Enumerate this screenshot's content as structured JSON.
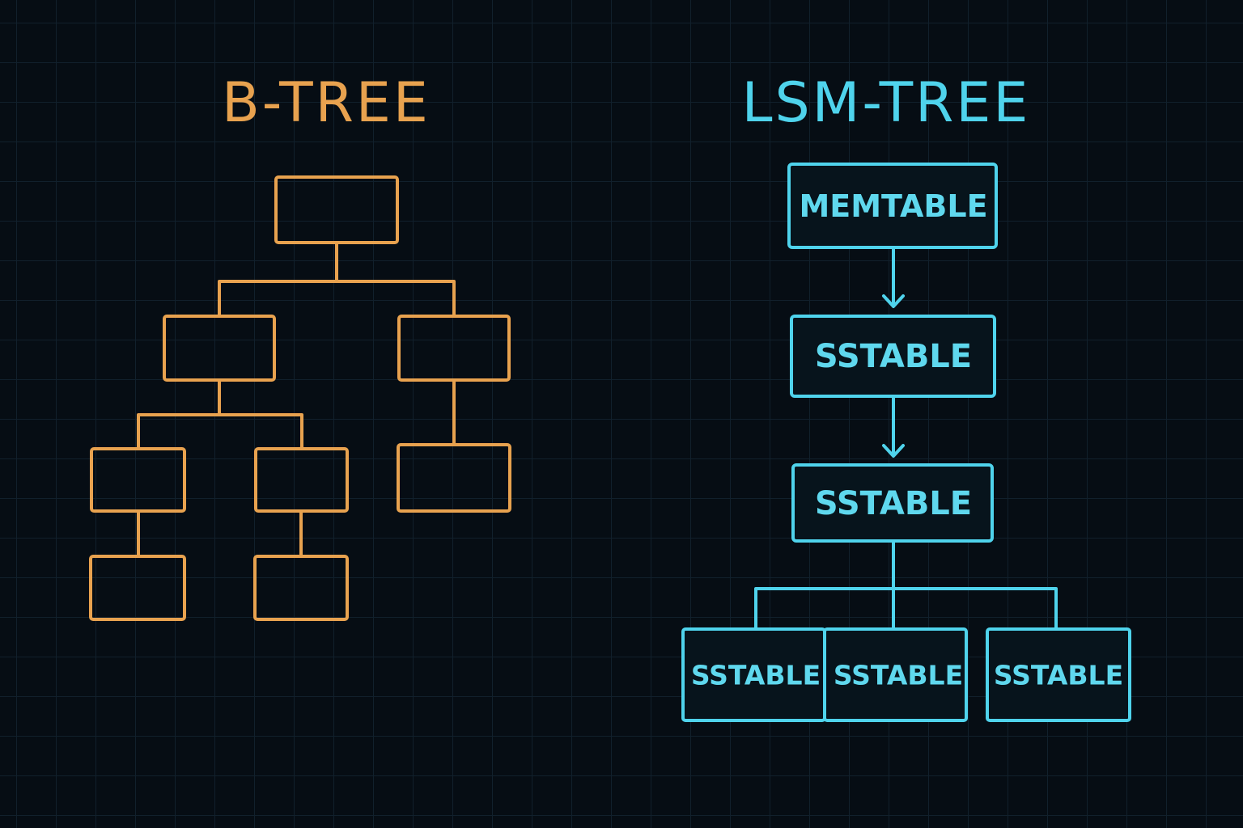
{
  "colors": {
    "background": "#060d14",
    "grid": "#11202c",
    "btree": "#e8a24f",
    "lsm": "#4fd3ec"
  },
  "btree": {
    "title": "B-TREE"
  },
  "lsm": {
    "title": "LSM-TREE",
    "memtable": "MEMTABLE",
    "level1": "SSTABLE",
    "level2": "SSTABLE",
    "bottom": [
      "SSTABLE",
      "SSTABLE",
      "SSTABLE"
    ]
  }
}
